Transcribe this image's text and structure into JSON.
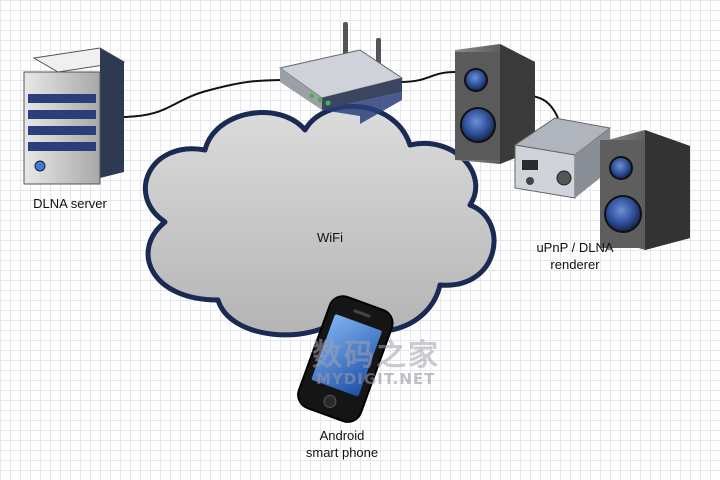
{
  "nodes": {
    "server": {
      "label": "DLNA server"
    },
    "network": {
      "label": "WiFi"
    },
    "renderer": {
      "label_line1": "uPnP / DLNA",
      "label_line2": "renderer"
    },
    "phone": {
      "label_line1": "Android",
      "label_line2": "smart phone"
    }
  },
  "watermark": {
    "text_cn": "数码之家",
    "text_en": "MYDIGIT.NET"
  },
  "colors": {
    "cloud_fill": "#c8c8c8",
    "cloud_outline": "#1a2a52",
    "device_blue": "#2a3f7a",
    "speaker_cone_blue": "#3b5da8",
    "cable": "#111111"
  },
  "icons": [
    "server-icon",
    "wifi-router-icon",
    "speaker-icon",
    "amplifier-icon",
    "smartphone-icon",
    "cloud-icon"
  ]
}
